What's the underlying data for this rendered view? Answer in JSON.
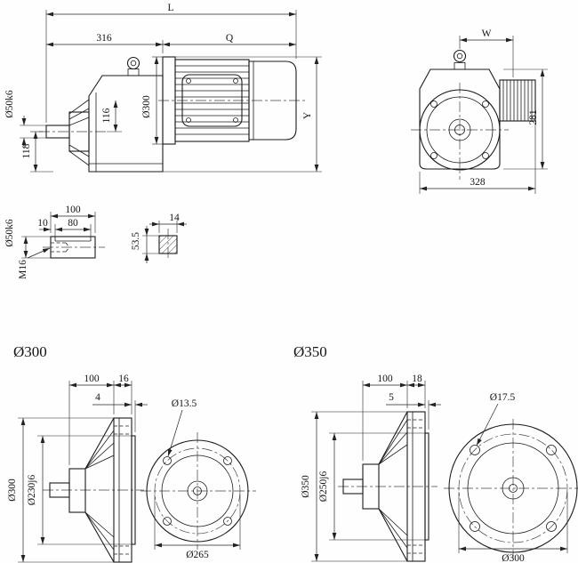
{
  "side_view": {
    "dim_L": "L",
    "dim_316": "316",
    "dim_Q": "Q",
    "dim_shaft_dia": "Ø50k6",
    "dim_116": "116",
    "dim_flange_dia": "Ø300",
    "dim_118": "118",
    "dim_Y": "Y"
  },
  "front_view": {
    "dim_W": "W",
    "dim_281": "281",
    "dim_328": "328"
  },
  "shaft_detail": {
    "dim_100": "100",
    "dim_shaft_dia": "Ø50k6",
    "dim_10": "10",
    "dim_80": "80",
    "dim_thread": "M16"
  },
  "key_section": {
    "dim_height": "53.5",
    "dim_width": "14"
  },
  "flange_300": {
    "title": "Ø300",
    "dim_100": "100",
    "dim_16": "16",
    "dim_4": "4",
    "dim_bolt_hole": "Ø13.5",
    "dim_outer": "Ø300",
    "dim_spigot": "Ø230j6",
    "dim_bolt_circle": "Ø265"
  },
  "flange_350": {
    "title": "Ø350",
    "dim_100": "100",
    "dim_18": "18",
    "dim_5": "5",
    "dim_bolt_hole": "Ø17.5",
    "dim_outer": "Ø350",
    "dim_spigot": "Ø250j6",
    "dim_bolt_circle": "Ø300"
  }
}
